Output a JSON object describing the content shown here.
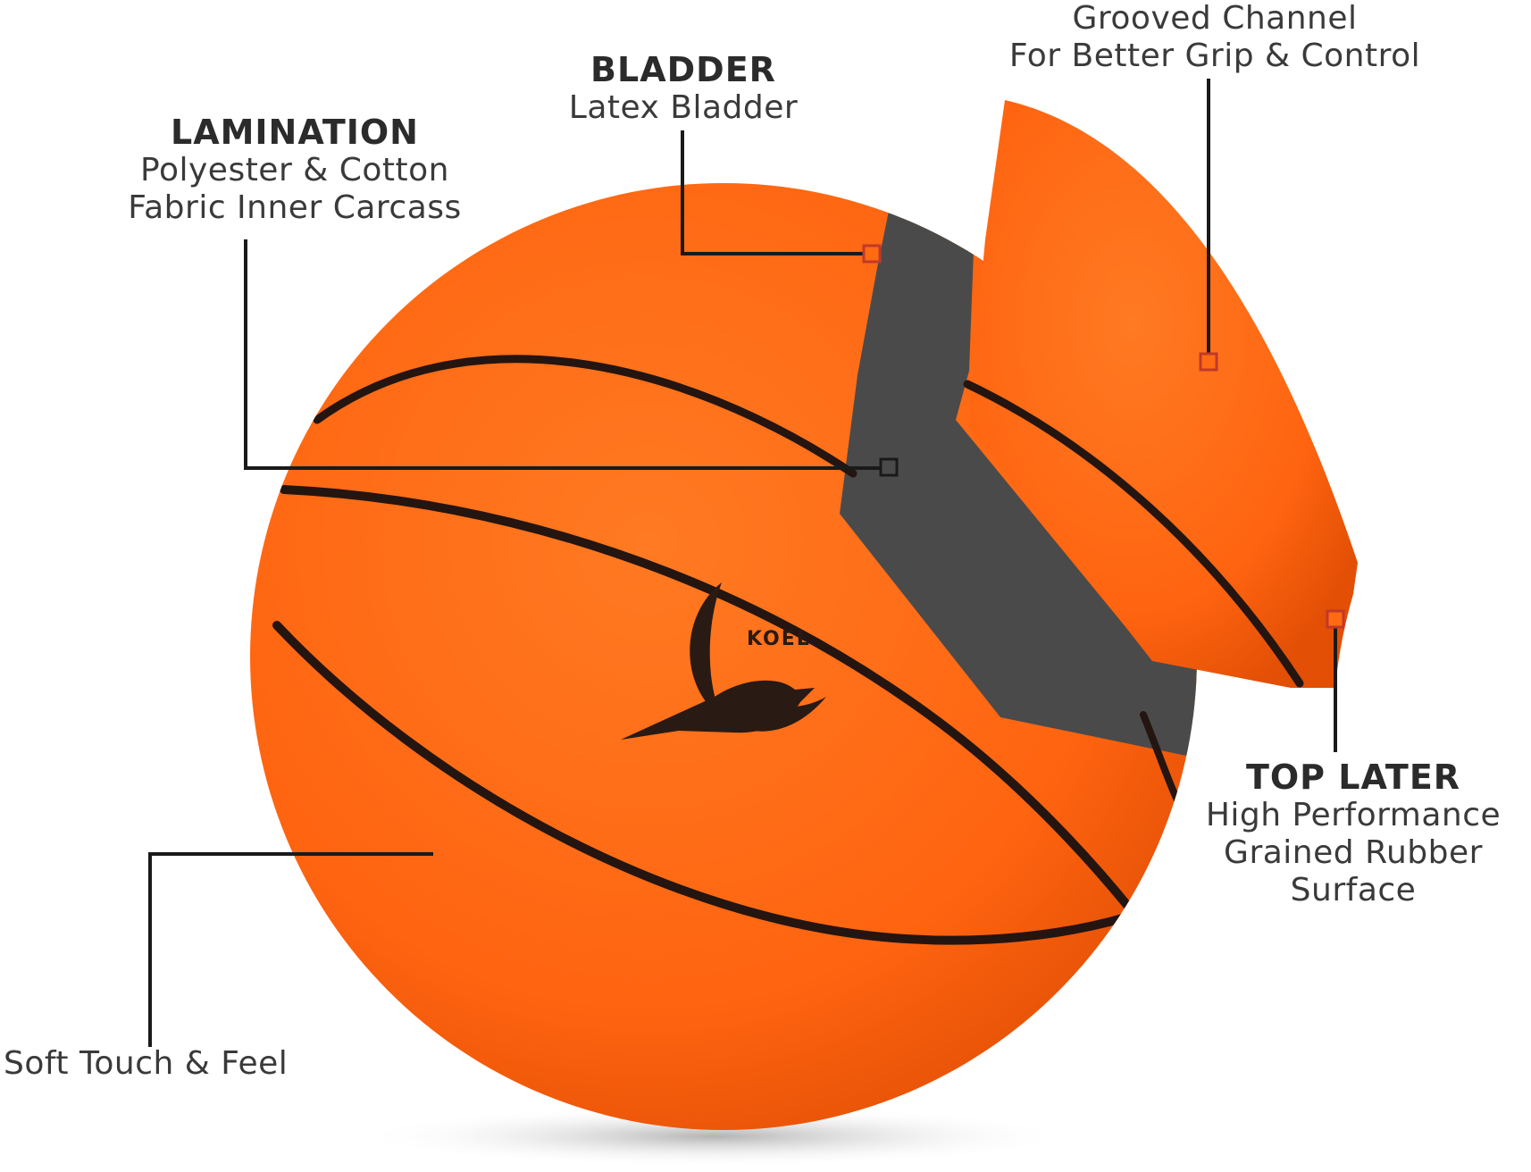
{
  "callouts": {
    "lamination": {
      "title": "LAMINATION",
      "lines": [
        "Polyester & Cotton",
        "Fabric Inner Carcass"
      ]
    },
    "bladder": {
      "title": "BLADDER",
      "lines": [
        "Latex Bladder"
      ]
    },
    "grooved_channel": {
      "title": "",
      "lines": [
        "Grooved Channel",
        "For Better Grip & Control"
      ]
    },
    "top_layer": {
      "title": "TOP LATER",
      "lines": [
        "High Performance",
        "Grained Rubber",
        "Surface"
      ]
    },
    "soft_touch": {
      "title": "",
      "lines": [
        "Soft Touch & Feel"
      ]
    }
  },
  "brand": {
    "name": "KOEL"
  },
  "colors": {
    "ball_orange": "#ff6a12",
    "ball_shade": "#e24f05",
    "seam": "#241511",
    "inner_layer": "#4a4a4a",
    "leader_line": "#1a1a1a",
    "leader_marker_red": "#c0392b"
  }
}
